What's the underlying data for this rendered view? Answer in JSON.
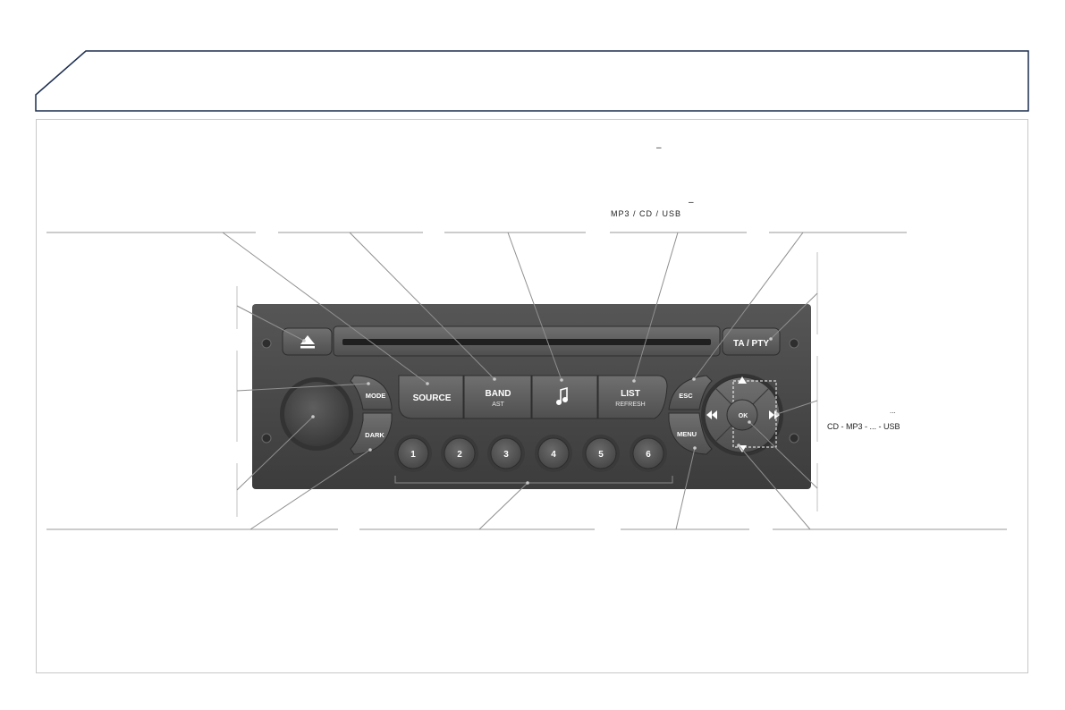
{
  "colors": {
    "banner_border": "#1c2d4f",
    "panel": "#4a4a4a",
    "button": "#5c5c5c",
    "button_text": "#ffffff",
    "leader": "#8a8a8a"
  },
  "radio": {
    "buttons": {
      "eject_icon": "eject-icon",
      "ta_pty": "TA / PTY",
      "mode": "MODE",
      "dark": "DARK",
      "source": "SOURCE",
      "band": "BAND",
      "band_sub": "AST",
      "music_icon": "music-note-icon",
      "list": "LIST",
      "list_sub": "REFRESH",
      "esc": "ESC",
      "menu": "MENU",
      "ok": "OK"
    },
    "presets": [
      "1",
      "2",
      "3",
      "4",
      "5",
      "6"
    ]
  },
  "callouts": {
    "top_small_mark": "–",
    "list_dash": "–",
    "list_label": "MP3 / CD / USB",
    "right_label": "CD - MP3 - ... - USB",
    "right_small_mark": "..."
  }
}
